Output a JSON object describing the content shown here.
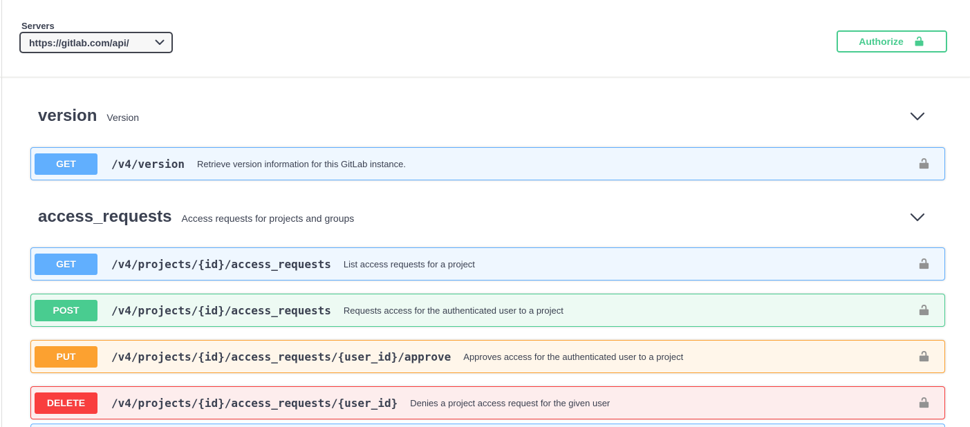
{
  "server": {
    "label": "Servers",
    "selected_url": "https://gitlab.com/api/"
  },
  "auth": {
    "authorize_label": "Authorize"
  },
  "colors": {
    "get": "#61affe",
    "post": "#49cc90",
    "put": "#fca130",
    "delete": "#f93e3e",
    "authorize_green": "#49cc90",
    "lock_gray": "#929292",
    "heading_text": "#3b4151"
  },
  "sections": [
    {
      "title": "version",
      "description": "Version",
      "operations": [
        {
          "method": "GET",
          "path": "/v4/version",
          "summary": "Retrieve version information for this GitLab instance."
        }
      ]
    },
    {
      "title": "access_requests",
      "description": "Access requests for projects and groups",
      "operations": [
        {
          "method": "GET",
          "path": "/v4/projects/{id}/access_requests",
          "summary": "List access requests for a project"
        },
        {
          "method": "POST",
          "path": "/v4/projects/{id}/access_requests",
          "summary": "Requests access for the authenticated user to a project"
        },
        {
          "method": "PUT",
          "path": "/v4/projects/{id}/access_requests/{user_id}/approve",
          "summary": "Approves access for the authenticated user to a project"
        },
        {
          "method": "DELETE",
          "path": "/v4/projects/{id}/access_requests/{user_id}",
          "summary": "Denies a project access request for the given user"
        }
      ]
    }
  ]
}
